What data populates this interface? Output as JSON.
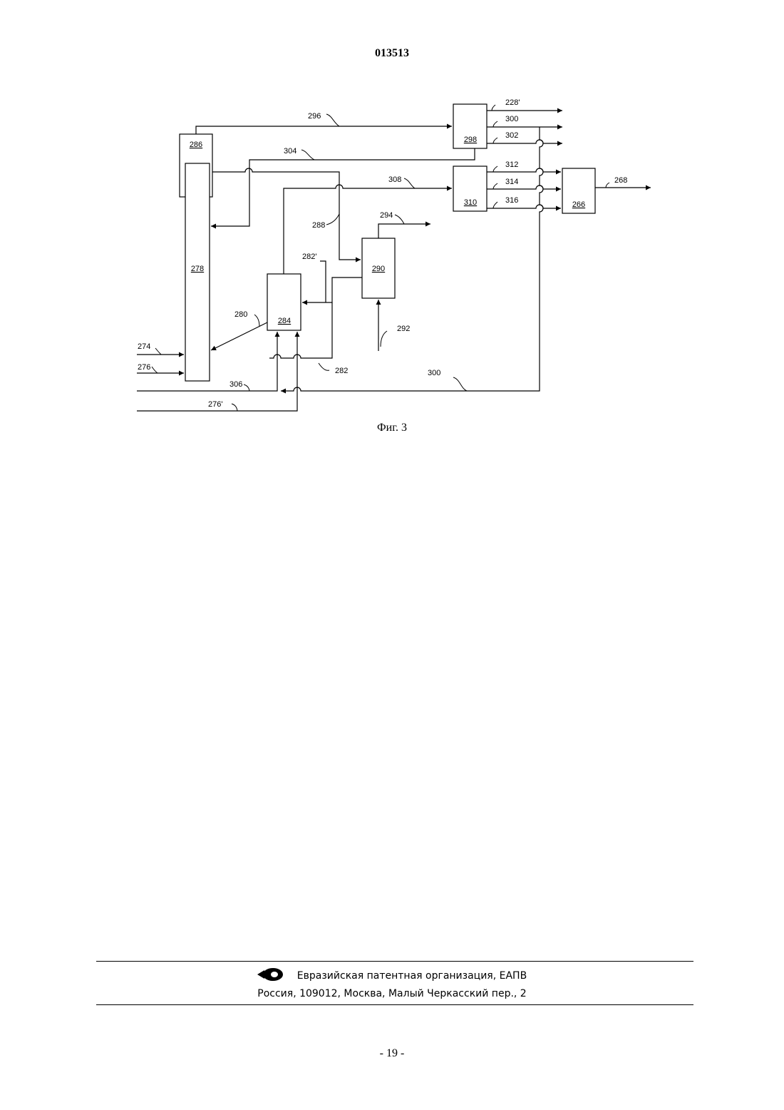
{
  "header": {
    "doc_number": "013513"
  },
  "figure": {
    "caption": "Фиг. 3",
    "blocks": {
      "b286": "286",
      "b278": "278",
      "b298": "298",
      "b310": "310",
      "b266": "266",
      "b290": "290",
      "b284": "284"
    },
    "streams": {
      "s296": "296",
      "s304": "304",
      "s308": "308",
      "s288": "288",
      "s294": "294",
      "s282p": "282'",
      "s280": "280",
      "s292": "292",
      "s274": "274",
      "s276": "276",
      "s282": "282",
      "s306": "306",
      "s276p": "276'",
      "s300b": "300",
      "s228p": "228'",
      "s300": "300",
      "s302": "302",
      "s312": "312",
      "s314": "314",
      "s316": "316",
      "s268": "268"
    }
  },
  "footer": {
    "organization": "Евразийская патентная организация, ЕАПВ",
    "address": "Россия, 109012, Москва, Малый Черкасский пер., 2"
  },
  "page_number": "- 19 -"
}
